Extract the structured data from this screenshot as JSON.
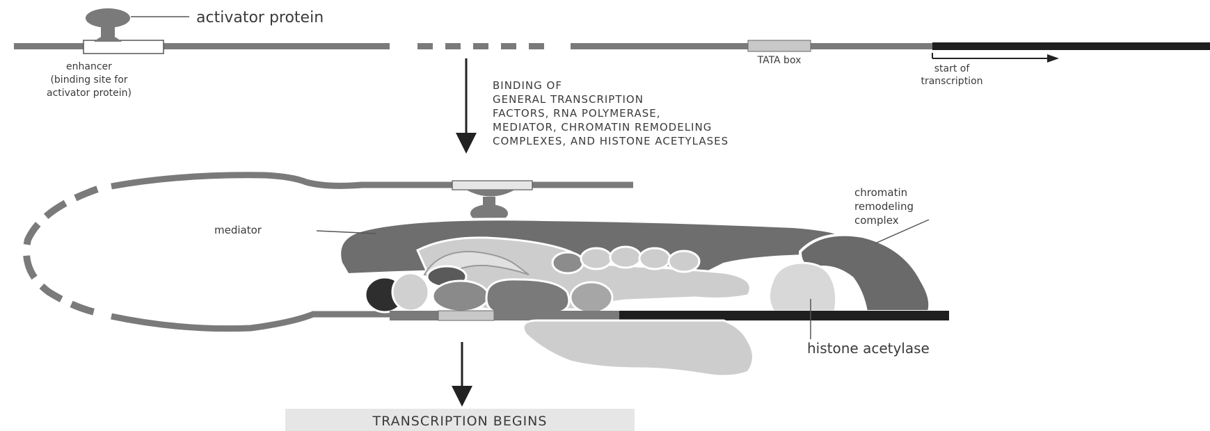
{
  "labels": {
    "activator_protein": "activator protein",
    "enhancer_line1": "enhancer",
    "enhancer_line2": "(binding site for",
    "enhancer_line3": "activator protein)",
    "tata_box": "TATA box",
    "start_line1": "start of",
    "start_line2": "transcription",
    "binding_lines": [
      "BINDING OF",
      "GENERAL TRANSCRIPTION",
      "FACTORS, RNA POLYMERASE,",
      "MEDIATOR, CHROMATIN REMODELING",
      "COMPLEXES, AND HISTONE ACETYLASES"
    ],
    "mediator": "mediator",
    "chromatin_line1": "chromatin",
    "chromatin_line2": "remodeling",
    "chromatin_line3": "complex",
    "histone_acetylase": "histone acetylase",
    "transcription_begins": "TRANSCRIPTION BEGINS"
  },
  "colors": {
    "dna_gray": "#7a7a7a",
    "dna_dark": "#1f1f1f",
    "enhancer_fill": "#ffffff",
    "tata_fill": "#c8c8c8",
    "mediator": "#6e6e6e",
    "chromatin": "#6a6a6a",
    "light_protein": "#cdcdcd",
    "mid_protein": "#8c8c8c",
    "dark_protein": "#3a3a3a",
    "box_fill": "#e6e6e6"
  }
}
